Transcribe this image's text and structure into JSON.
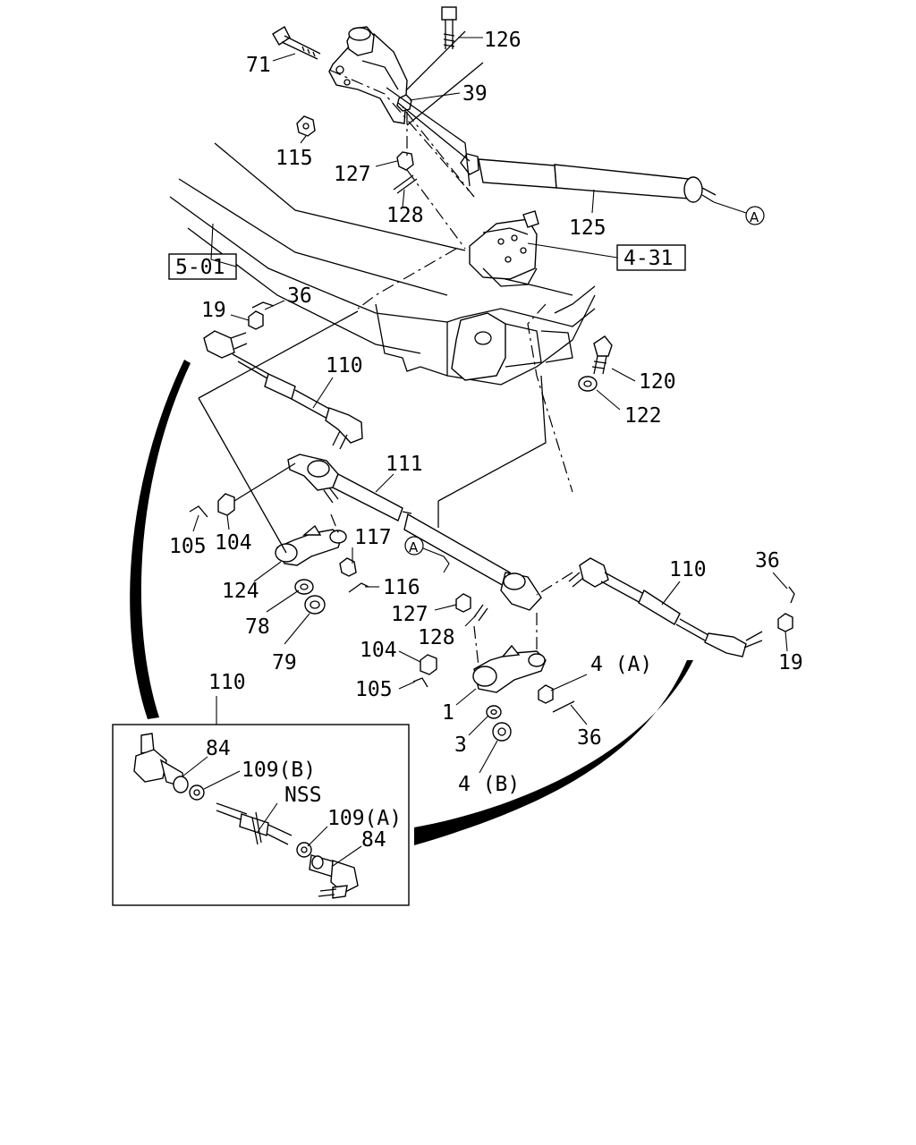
{
  "callouts": {
    "c126": "126",
    "c71": "71",
    "c39": "39",
    "c115": "115",
    "c127a": "127",
    "c128a": "128",
    "c125": "125",
    "cA1": "A",
    "c431": "4-31",
    "c501": "5-01",
    "c19a": "19",
    "c36a": "36",
    "c110a": "110",
    "c120": "120",
    "c122": "122",
    "c111": "111",
    "c105a": "105",
    "c104a": "104",
    "c117": "117",
    "cA2": "A",
    "c124": "124",
    "c116": "116",
    "c78": "78",
    "c79": "79",
    "c127b": "127",
    "c128b": "128",
    "c110b": "110",
    "c36b": "36",
    "c19b": "19",
    "c104b": "104",
    "c105b": "105",
    "c4A": "4 (A)",
    "c1": "1",
    "c36c": "36",
    "c3": "3",
    "c4B": "4 (B)",
    "c110c": "110",
    "c84a": "84",
    "c109B": "109(B)",
    "cNSS": "NSS",
    "c109A": "109(A)",
    "c84b": "84"
  }
}
